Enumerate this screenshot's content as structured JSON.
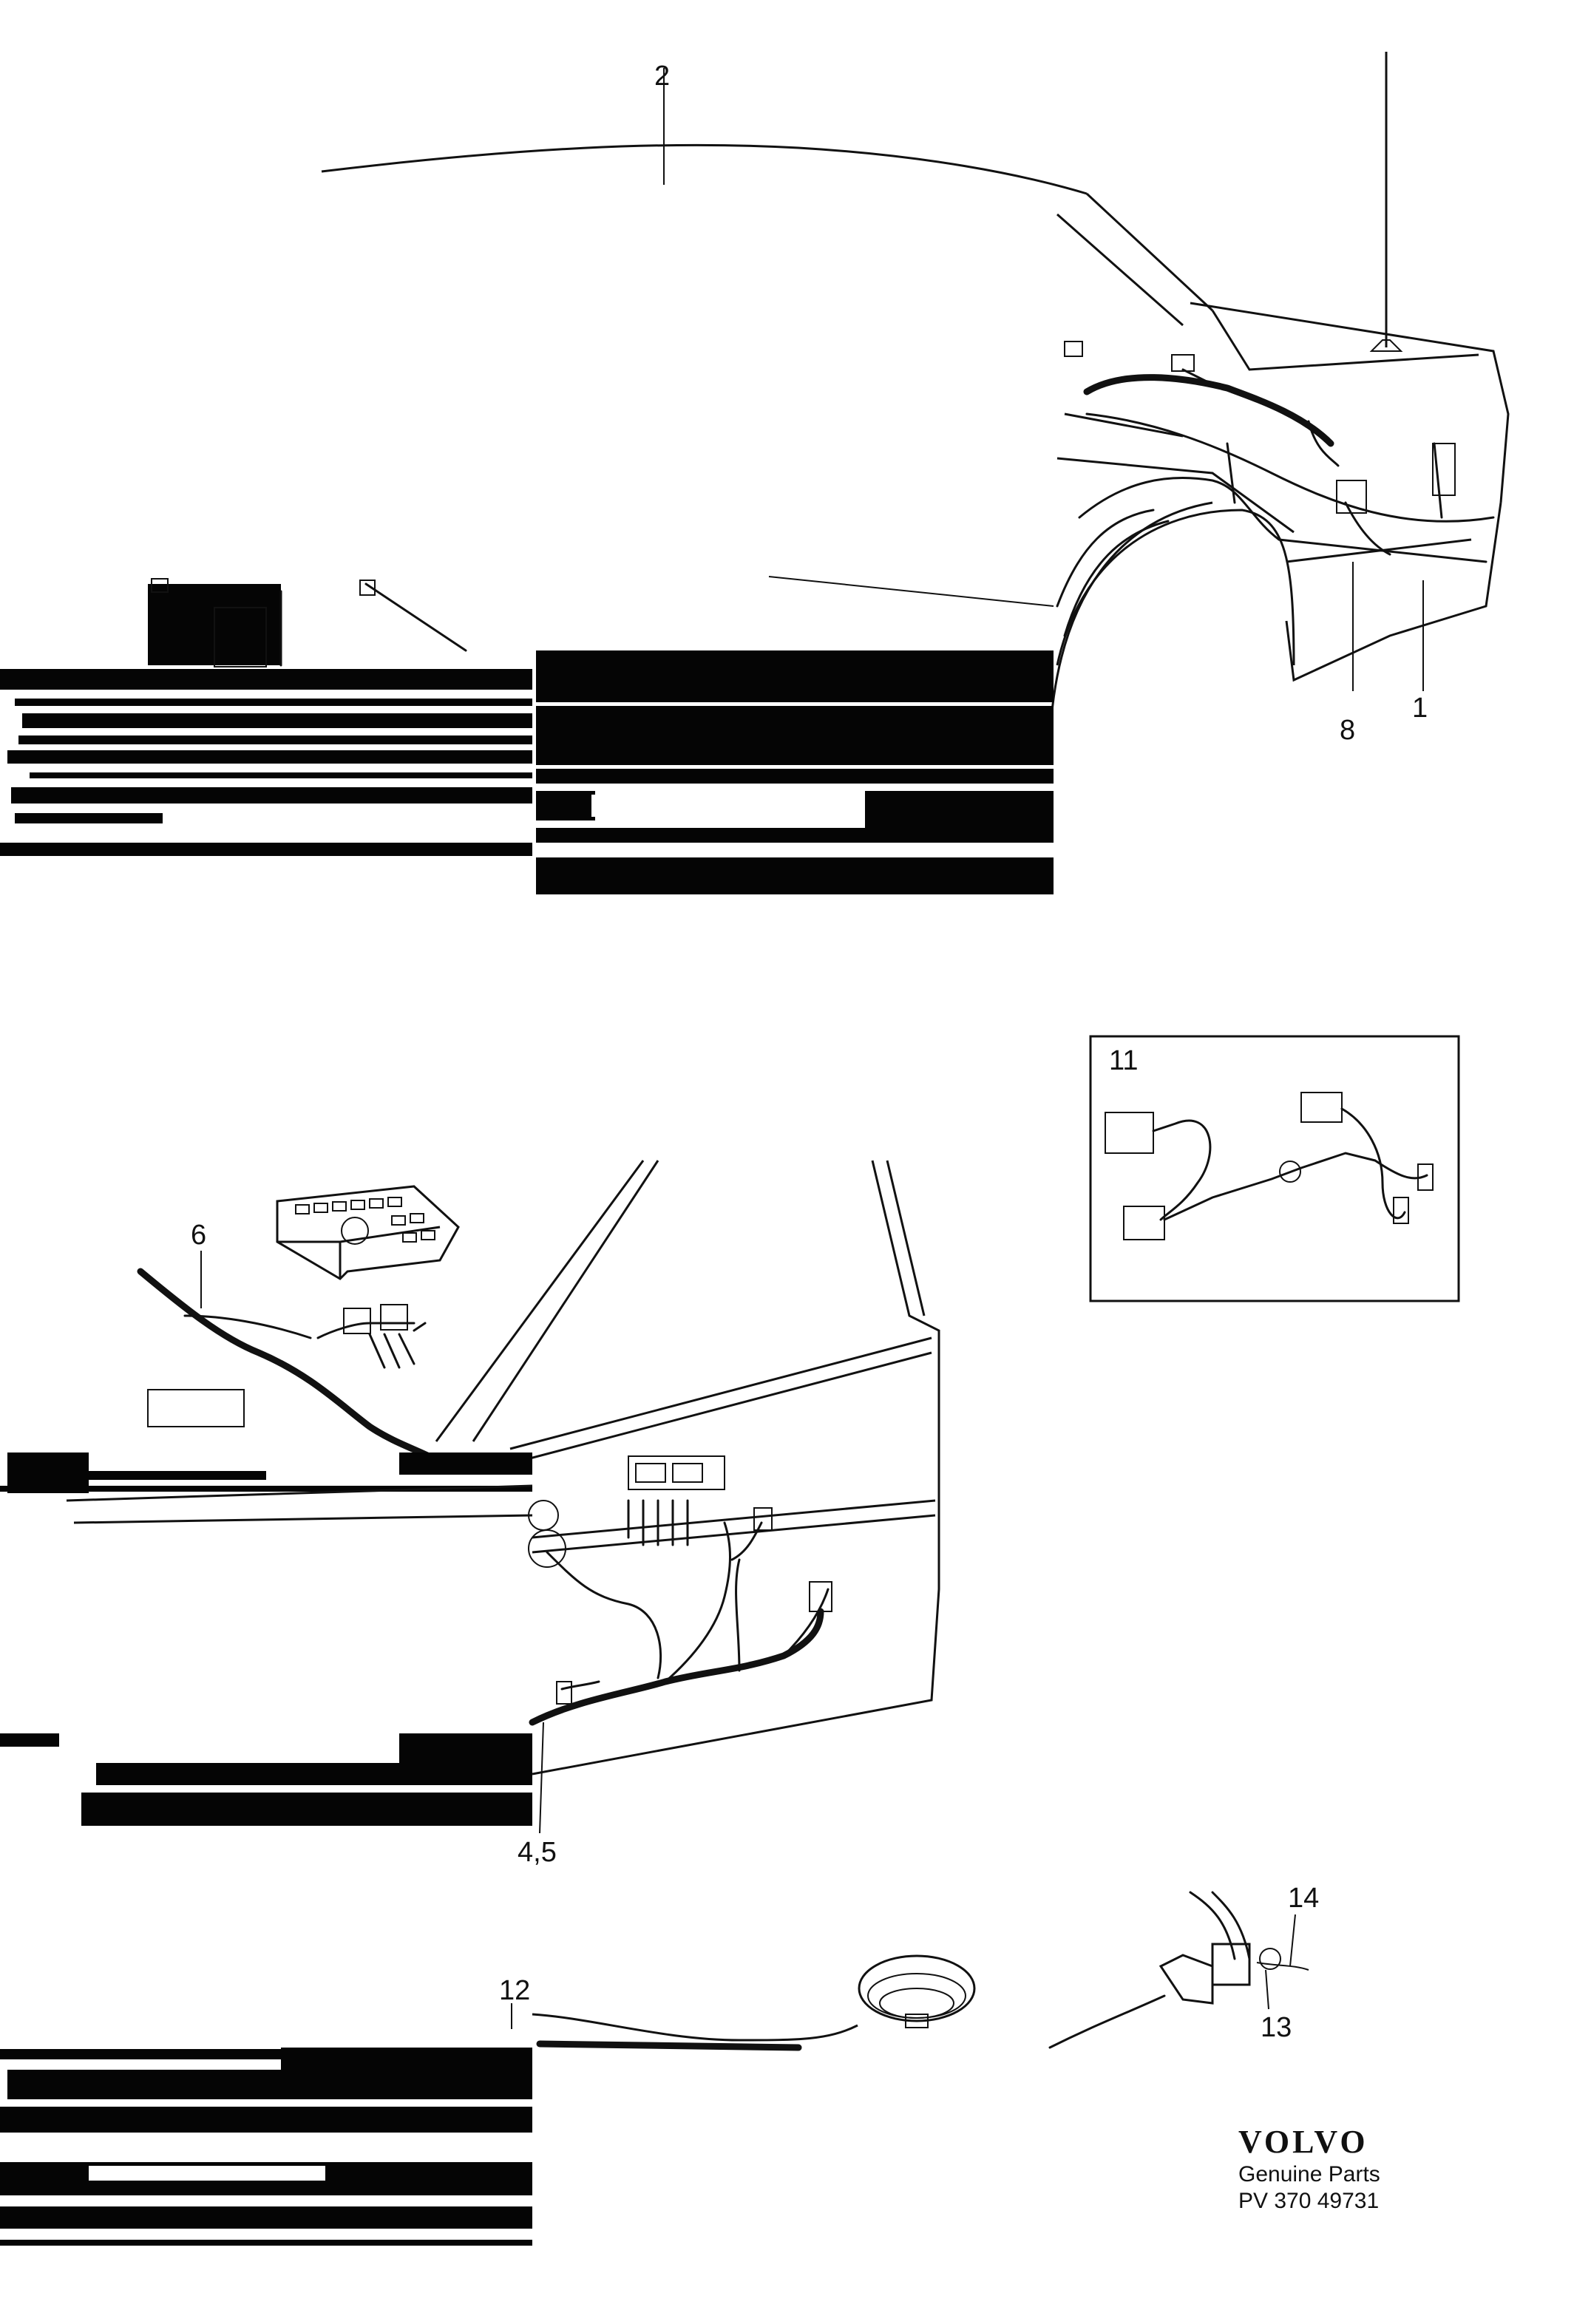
{
  "callouts": {
    "c1": "1",
    "c2": "2",
    "c4_5": "4,5",
    "c6": "6",
    "c8": "8",
    "c11": "11",
    "c12": "12",
    "c13": "13",
    "c14": "14"
  },
  "footer": {
    "brand": "VOLVO",
    "genuine": "Genuine Parts",
    "part_number": "PV 370 49731"
  }
}
